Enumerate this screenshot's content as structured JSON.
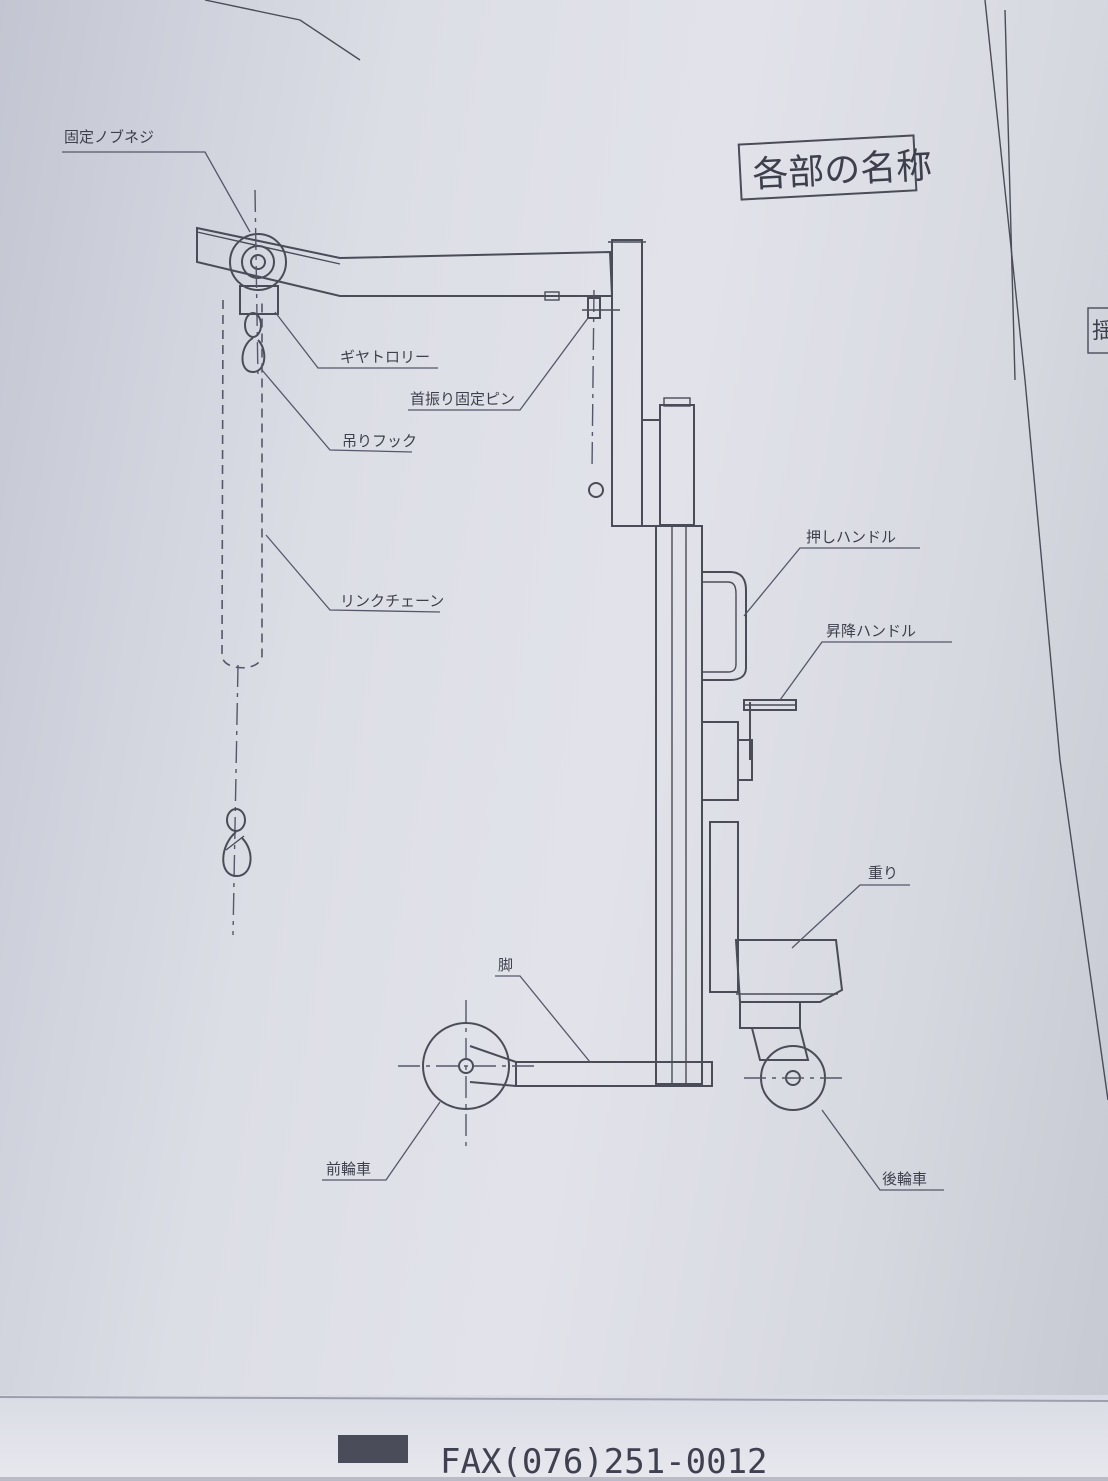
{
  "title": "各部の名称",
  "labels": {
    "fixing_knob_screw": "固定ノブネジ",
    "gear_trolley": "ギヤトロリー",
    "swing_fixing_pin": "首振り固定ピン",
    "hanging_hook": "吊りフック",
    "link_chain": "リンクチェーン",
    "push_handle": "押しハンドル",
    "lift_handle": "昇降ハンドル",
    "weight": "重り",
    "leg": "脚",
    "front_wheel": "前輪車",
    "rear_wheel": "後輪車"
  },
  "side_fragment": "揺",
  "fax_fragment": "FAX(076)251-0012",
  "colors": {
    "paper": "#e2e3ea",
    "ink": "#4a4c58"
  }
}
